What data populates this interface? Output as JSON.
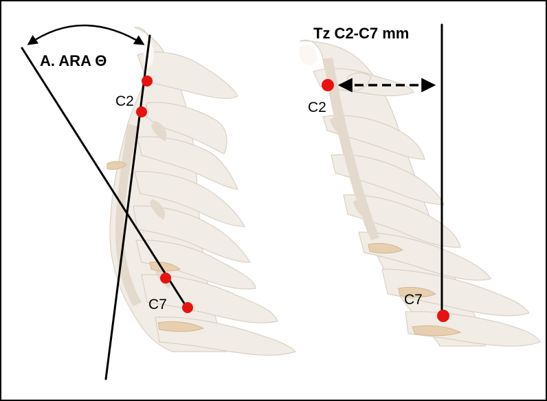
{
  "figure": {
    "left_panel": {
      "angle_label": "A. ARA Θ",
      "upper_vertebra_label": "C2",
      "lower_vertebra_label": "C7"
    },
    "right_panel": {
      "title": "Tz C2-C7 mm",
      "upper_vertebra_label": "C2",
      "lower_vertebra_label": "C7"
    }
  },
  "colors": {
    "landmark_dot": "#e8120f",
    "lines": "#000000",
    "frame": "#000000",
    "bone": "#f1ece5",
    "disc": "#e7cfb0"
  }
}
